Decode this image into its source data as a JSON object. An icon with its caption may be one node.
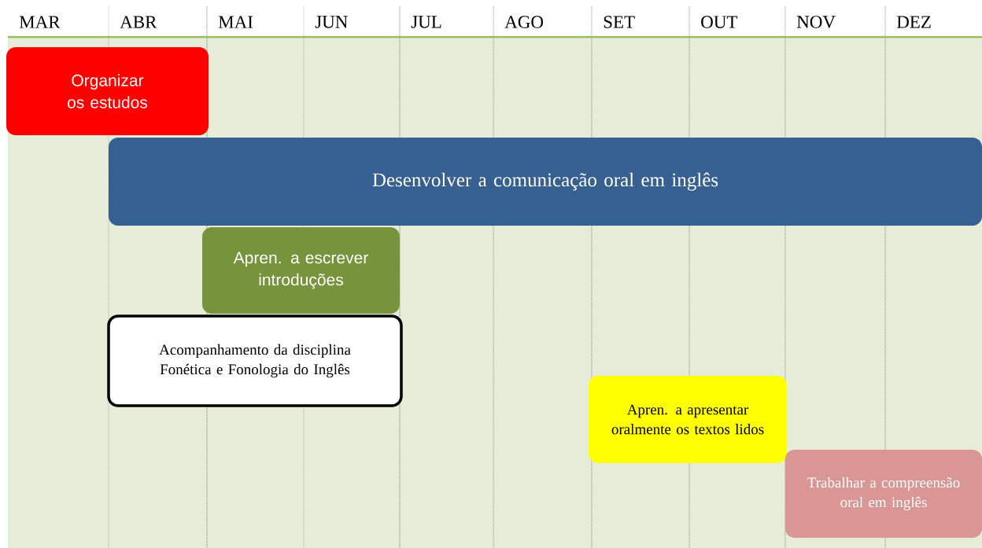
{
  "diagram": {
    "nodes": [
      {
        "text": [
          "Organizar os estudos"
        ]
      },
      {
        "text": [
          "Desenvolver a comunicação oral em inglês"
        ]
      },
      {
        "text": [
          "Apren. a escrever introduções"
        ]
      },
      {
        "text": [
          "Acompanhamento da disciplina Fonética e Fonologia do Inglês"
        ]
      },
      {
        "text": [
          "Apren. a apresentar oralmente os textos lidos"
        ]
      },
      {
        "text": [
          "Trabalhar a compreensão oral em inglês"
        ]
      }
    ],
    "labels": [
      "MAR",
      "ABR",
      "MAI",
      "JUN",
      "JUL",
      "AGO",
      "SET",
      "OUT",
      "NOV",
      "DEZ"
    ]
  }
}
